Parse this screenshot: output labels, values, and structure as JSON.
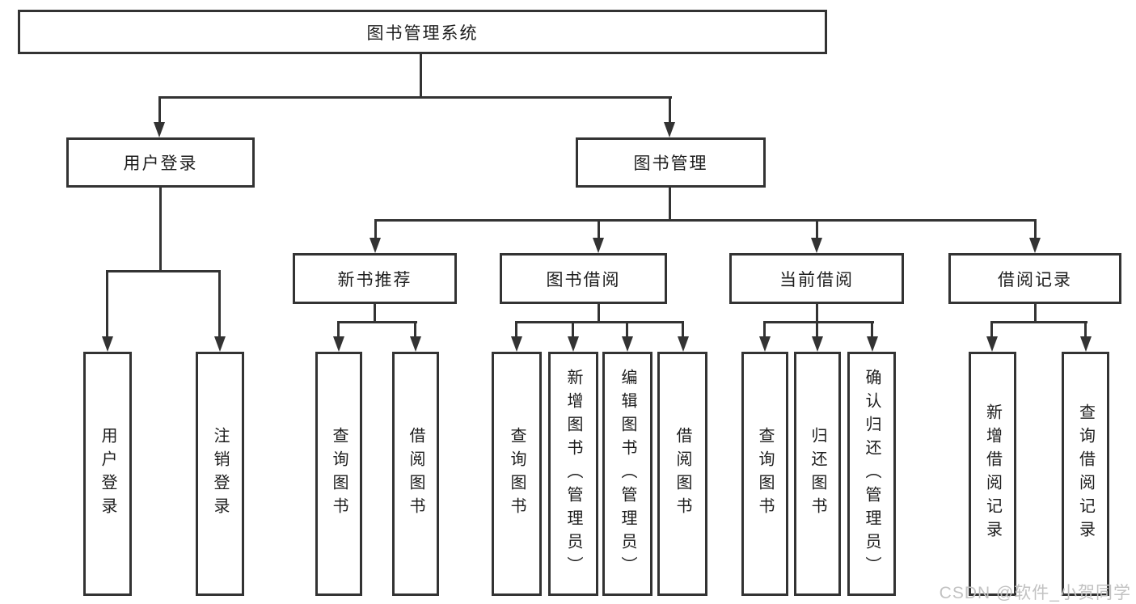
{
  "diagram": {
    "root": "图书管理系统",
    "branches": [
      {
        "label": "用户登录",
        "children": [
          {
            "label": "用户登录"
          },
          {
            "label": "注销登录"
          }
        ]
      },
      {
        "label": "图书管理",
        "children": [
          {
            "label": "新书推荐",
            "children": [
              {
                "label": "查询图书"
              },
              {
                "label": "借阅图书"
              }
            ]
          },
          {
            "label": "图书借阅",
            "children": [
              {
                "label": "查询图书"
              },
              {
                "label": "新增图书（管理员）"
              },
              {
                "label": "编辑图书（管理员）"
              },
              {
                "label": "借阅图书"
              }
            ]
          },
          {
            "label": "当前借阅",
            "children": [
              {
                "label": "查询图书"
              },
              {
                "label": "归还图书"
              },
              {
                "label": "确认归还（管理员）"
              }
            ]
          },
          {
            "label": "借阅记录",
            "children": [
              {
                "label": "新增借阅记录"
              },
              {
                "label": "查询借阅记录"
              }
            ]
          }
        ]
      }
    ]
  },
  "watermark": {
    "text": "CSDN @软件_小贺同学",
    "color": "#c2c2c2"
  },
  "colors": {
    "line": "#333333",
    "text": "#1d1d1d",
    "background": "#ffffff"
  }
}
